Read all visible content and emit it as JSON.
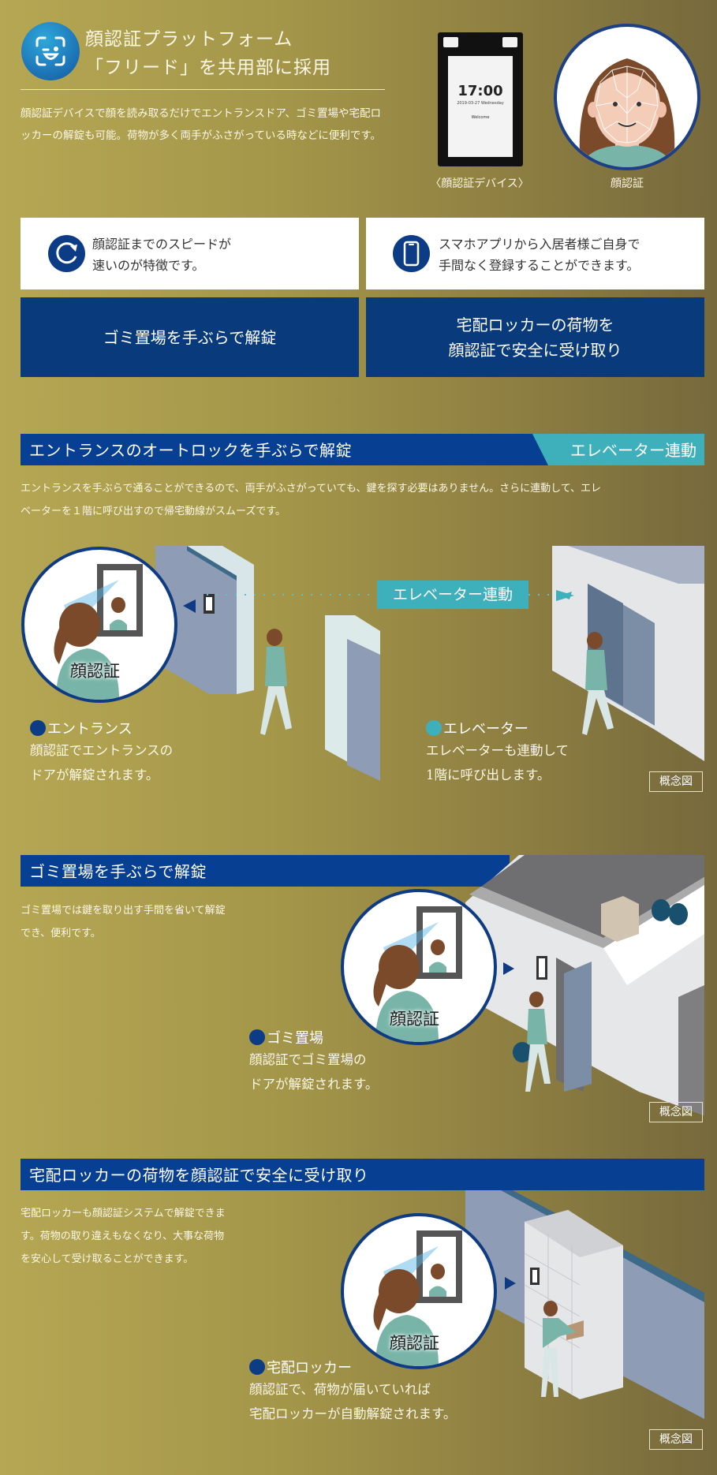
{
  "colors": {
    "navy": "#093a7c",
    "header_bar": "#073f92",
    "teal": "#3eb0bb",
    "gold_start": "#b5a753",
    "gold_end": "#76693c"
  },
  "header": {
    "icon": "face-recognition-icon",
    "title_line1": "顔認証プラットフォーム",
    "title_line2": "「フリード」を共用部に採用",
    "intro": "顔認証デバイスで顔を読み取るだけでエントランスドア、ゴミ置場や宅配ロッカーの解錠も可能。荷物が多く両手がふさがっている時などに便利です。"
  },
  "device": {
    "time": "17:00",
    "date": "2019-03-27 Wednesday",
    "welcome": "Welcome",
    "caption": "〈顔認証デバイス〉"
  },
  "face": {
    "caption": "顔認証"
  },
  "features": [
    {
      "icon": "refresh-speed-icon",
      "line1": "顔認証までのスピードが",
      "line2": "速いのが特徴です。"
    },
    {
      "icon": "smartphone-icon",
      "line1": "スマホアプリから入居者様ご自身で",
      "line2": "手間なく登録することができます。"
    }
  ],
  "nav_buttons": [
    {
      "line1": "ゴミ置場を手ぶらで解錠",
      "line2": ""
    },
    {
      "line1": "宅配ロッカーの荷物を",
      "line2": "顔認証で安全に受け取り"
    }
  ],
  "sections": {
    "entrance": {
      "title": "エントランスのオートロックを手ぶらで解錠",
      "tag": "エレベーター連動",
      "text_line1": "エントランスを手ぶらで通ることができるので、両手がふさがっていても、鍵を探す必要はありません。さらに連動して、エレ",
      "text_line2": "ベーターを１階に呼び出すので帰宅動線がスムーズです。",
      "auth_label": "顔認証",
      "link_tag": "エレベーター連動",
      "captions": [
        {
          "title": "エントランス",
          "dot_color": "#0c3c85",
          "line1": "顔認証でエントランスの",
          "line2": "ドアが解錠されます。"
        },
        {
          "title": "エレベーター",
          "dot_color": "#3eb0bb",
          "line1": "エレベーターも連動して",
          "line2": "1階に呼び出します。"
        }
      ],
      "concept": "概念図"
    },
    "garbage": {
      "title": "ゴミ置場を手ぶらで解錠",
      "text_line1": "ゴミ置場では鍵を取り出す手間を省いて解錠",
      "text_line2": "でき、便利です。",
      "auth_label": "顔認証",
      "caption": {
        "title": "ゴミ置場",
        "dot_color": "#0c3c85",
        "line1": "顔認証でゴミ置場の",
        "line2": "ドアが解錠されます。"
      },
      "concept": "概念図"
    },
    "locker": {
      "title": "宅配ロッカーの荷物を顔認証で安全に受け取り",
      "text_line1": "宅配ロッカーも顔認証システムで解錠できま",
      "text_line2": "す。荷物の取り違えもなくなり、大事な荷物",
      "text_line3": "を安心して受け取ることができます。",
      "auth_label": "顔認証",
      "caption": {
        "title": "宅配ロッカー",
        "dot_color": "#0c3c85",
        "line1": "顔認証で、荷物が届いていれば",
        "line2": "宅配ロッカーが自動解錠されます。"
      },
      "concept": "概念図"
    }
  }
}
